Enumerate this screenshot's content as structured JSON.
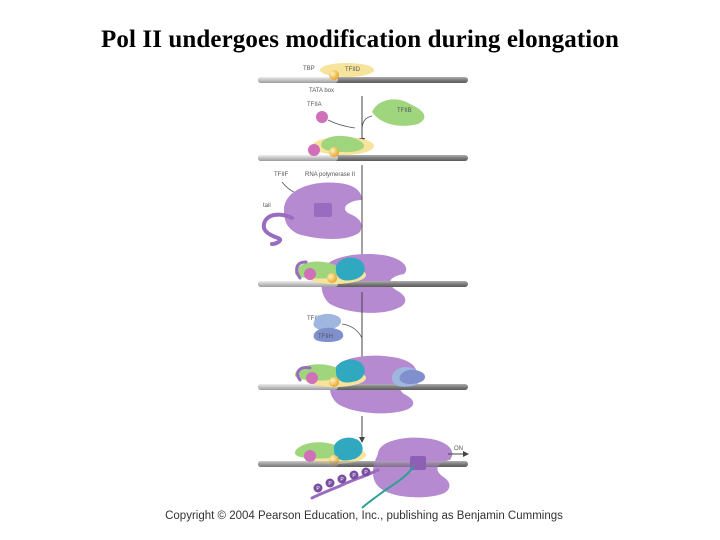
{
  "title": "Pol II undergoes modification during elongation",
  "labels": {
    "tbp": "TBP",
    "tfiid": "TFIID",
    "tata_box": "TATA box",
    "tfiia": "TFIIA",
    "tfiib": "TFIIB",
    "tfiif": "TFIIF",
    "rna_pol_ii": "RNA polymerase II",
    "ctd": "tail",
    "tfiie": "TFIIE",
    "tfiih": "TFIIH",
    "on": "ON",
    "phospho": "P"
  },
  "copyright": "Copyright © 2004 Pearson Education, Inc., publishing as Benjamin Cummings",
  "colors": {
    "dna_light": "#cfcfcf",
    "dna_dark": "#8a8a8a",
    "tbp": "#f2c24a",
    "tfiid": "#f6e39c",
    "tfiia": "#d070b8",
    "tfiib": "#9fd67d",
    "pol_ii": "#b58ad1",
    "tfiif": "#2fa8c0",
    "tfiie": "#9fb6df",
    "tfiih": "#8090cf",
    "rna": "#2e9f96"
  }
}
